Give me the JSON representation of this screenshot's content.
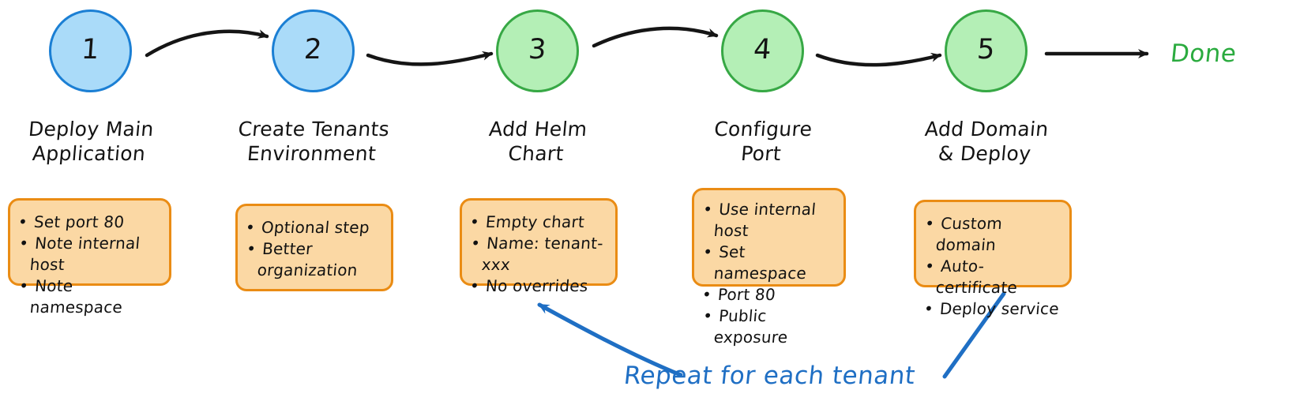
{
  "diagram": {
    "title": "Multi-tenant deployment flow",
    "colors": {
      "step_blue_fill": "#aadbf9",
      "step_blue_stroke": "#1b7fd4",
      "step_green_fill": "#b4efb6",
      "step_green_stroke": "#37a845",
      "note_fill": "#fbd8a4",
      "note_stroke": "#ea8c14",
      "arrow_black": "#151515",
      "loop_blue": "#1f6fc4",
      "done_green": "#2bab3f"
    },
    "steps": [
      {
        "number": "1",
        "color": "blue",
        "caption": "Deploy Main\nApplication",
        "notes": [
          "Set port 80",
          "Note internal host",
          "Note namespace"
        ]
      },
      {
        "number": "2",
        "color": "blue",
        "caption": "Create Tenants\nEnvironment",
        "notes": [
          "Optional step",
          "Better organization"
        ]
      },
      {
        "number": "3",
        "color": "green",
        "caption": "Add Helm\nChart",
        "notes": [
          "Empty chart",
          "Name: tenant-xxx",
          "No overrides"
        ]
      },
      {
        "number": "4",
        "color": "green",
        "caption": "Configure\nPort",
        "notes": [
          "Use internal host",
          "Set namespace",
          "Port 80",
          "Public exposure"
        ]
      },
      {
        "number": "5",
        "color": "green",
        "caption": "Add Domain\n& Deploy",
        "notes": [
          "Custom domain",
          "Auto-certificate",
          "Deploy service"
        ]
      }
    ],
    "terminal": {
      "label": "Done"
    },
    "loop": {
      "label": "Repeat for each tenant",
      "from_step": "5",
      "to_step": "3"
    }
  }
}
